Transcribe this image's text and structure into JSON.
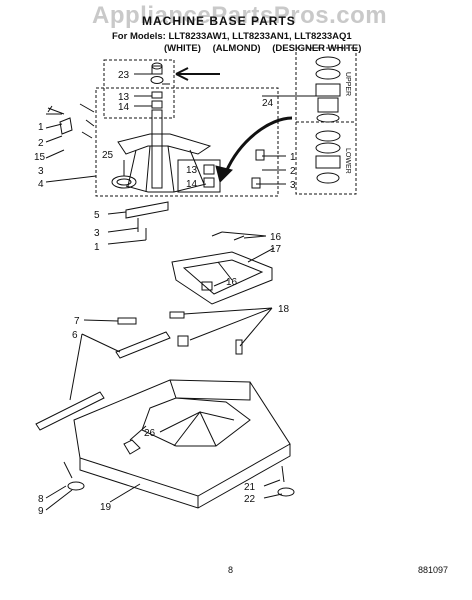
{
  "watermark": "AppliancePartsPros.com",
  "title": "MACHINE BASE PARTS",
  "models_line": "For Models: LLT8233AW1, LLT8233AN1, LLT8233AQ1",
  "variants": [
    "(WHITE)",
    "(ALMOND)",
    "(DESIGNER WHITE)"
  ],
  "upper_label": "UPPER",
  "lower_label": "LOWER",
  "callouts": {
    "c1": "1",
    "c2": "2",
    "c3": "3",
    "c4": "4",
    "c5": "5",
    "c6": "6",
    "c7": "7",
    "c8": "8",
    "c9": "9",
    "c13": "13",
    "c14": "14",
    "c15": "15",
    "c16": "16",
    "c17": "17",
    "c18": "18",
    "c19": "19",
    "c21": "21",
    "c22": "22",
    "c23": "23",
    "c24": "24",
    "c25": "25",
    "c26": "26"
  },
  "page_number": "8",
  "doc_number": "881097"
}
